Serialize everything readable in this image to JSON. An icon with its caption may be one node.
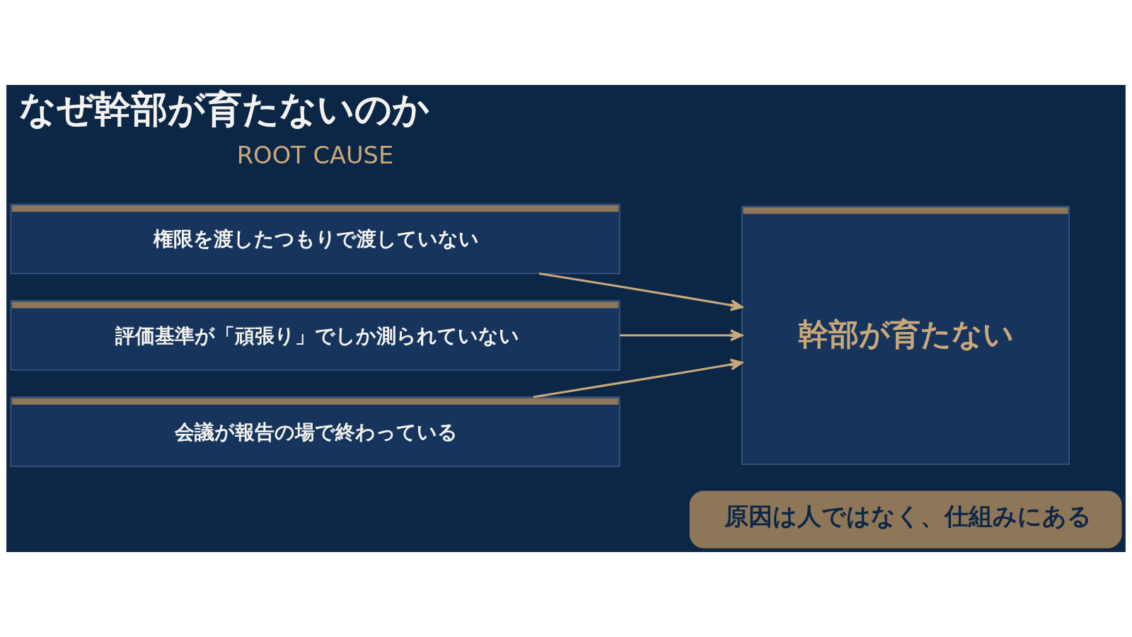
{
  "diagram": {
    "title": "なぜ幹部が育たないのか",
    "nodes": [
      {
        "text": [
          "権限を渡したつもりで渡していない"
        ]
      },
      {
        "text": [
          "評価基準が「頑張り」でしか測られていない"
        ]
      },
      {
        "text": [
          "会議が報告の場で終わっている"
        ]
      },
      {
        "text": [
          "幹部が育たない"
        ]
      },
      {
        "text": [
          "原因は人ではなく、仕組みにある"
        ]
      }
    ],
    "edges": [
      {
        "from": 0,
        "to": 3,
        "arrow": "to"
      },
      {
        "from": 1,
        "to": 3,
        "arrow": "to"
      },
      {
        "from": 2,
        "to": 3,
        "arrow": "to"
      }
    ],
    "labels": [
      "ROOT CAUSE"
    ]
  }
}
